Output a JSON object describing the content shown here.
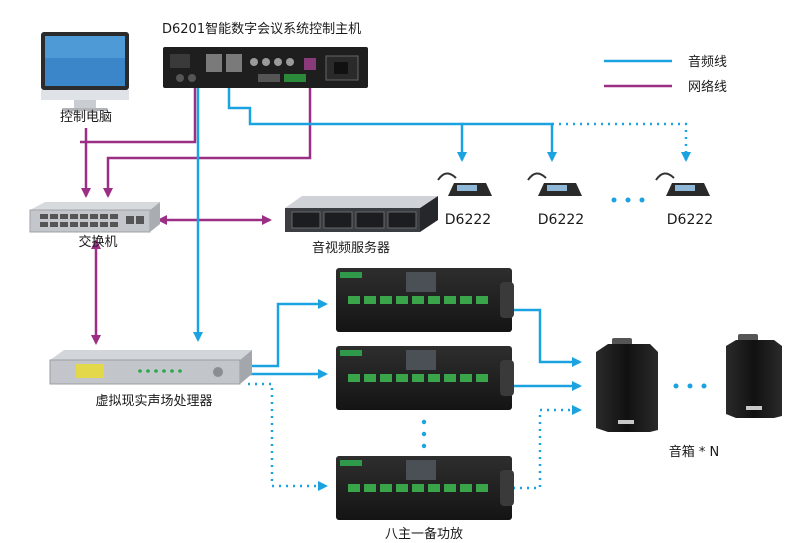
{
  "labels": {
    "controller": "D6201智能数字会议系统控制主机",
    "pc": "控制电脑",
    "switch": "交换机",
    "server": "音视频服务器",
    "processor": "虚拟现实声场处理器",
    "amplifiers": "八主一备功放",
    "speakers": "音箱 * N",
    "unit1": "D6222",
    "unit2": "D6222",
    "unit3": "D6222"
  },
  "legend": {
    "audio": "音频线",
    "network": "网络线"
  },
  "colors": {
    "audio": "#1aa3e0",
    "network": "#9b2f86",
    "device_dark": "#1e1e1e",
    "device_gray": "#b8bcc2"
  },
  "icons": {
    "pc": "desktop-monitor-icon",
    "switch": "network-switch-icon",
    "server": "rack-server-icon",
    "controller": "conference-controller-icon",
    "processor": "audio-processor-icon",
    "amplifier": "power-amplifier-icon",
    "unit": "conference-microphone-icon",
    "speaker": "wall-speaker-icon"
  }
}
